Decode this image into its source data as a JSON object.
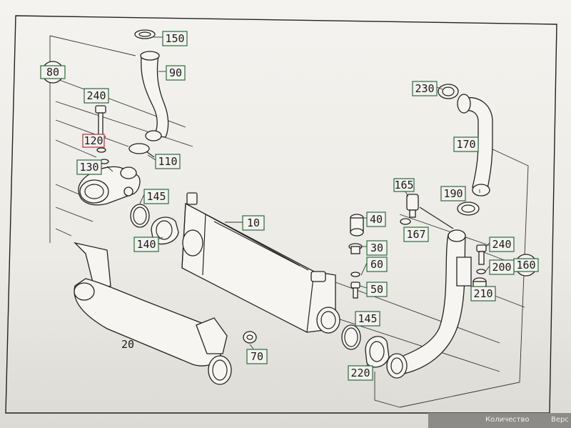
{
  "diagram": {
    "callouts": [
      {
        "id": "c150",
        "label": "150",
        "circle": false,
        "color": "#2b6b3a"
      },
      {
        "id": "c90",
        "label": "90",
        "circle": false,
        "color": "#2b6b3a"
      },
      {
        "id": "c80",
        "label": "80",
        "circle": true,
        "color": "#2b6b3a"
      },
      {
        "id": "c240a",
        "label": "240",
        "circle": false,
        "color": "#2b6b3a"
      },
      {
        "id": "c120",
        "label": "120",
        "circle": false,
        "color": "#b83030"
      },
      {
        "id": "c130",
        "label": "130",
        "circle": false,
        "color": "#2b6b3a"
      },
      {
        "id": "c110",
        "label": "110",
        "circle": false,
        "color": "#2b6b3a"
      },
      {
        "id": "c145a",
        "label": "145",
        "circle": false,
        "color": "#2b6b3a"
      },
      {
        "id": "c140",
        "label": "140",
        "circle": false,
        "color": "#2b6b3a"
      },
      {
        "id": "c10",
        "label": "10",
        "circle": false,
        "color": "#2b6b3a"
      },
      {
        "id": "c40",
        "label": "40",
        "circle": false,
        "color": "#2b6b3a"
      },
      {
        "id": "c30",
        "label": "30",
        "circle": false,
        "color": "#2b6b3a"
      },
      {
        "id": "c60",
        "label": "60",
        "circle": false,
        "color": "#2b6b3a"
      },
      {
        "id": "c50",
        "label": "50",
        "circle": false,
        "color": "#2b6b3a"
      },
      {
        "id": "c145b",
        "label": "145",
        "circle": false,
        "color": "#2b6b3a"
      },
      {
        "id": "c70",
        "label": "70",
        "circle": false,
        "color": "#2b6b3a"
      },
      {
        "id": "c220",
        "label": "220",
        "circle": false,
        "color": "#2b6b3a"
      },
      {
        "id": "c230",
        "label": "230",
        "circle": false,
        "color": "#2b6b3a"
      },
      {
        "id": "c170",
        "label": "170",
        "circle": false,
        "color": "#2b6b3a"
      },
      {
        "id": "c165",
        "label": "165",
        "circle": false,
        "color": "#2b6b3a"
      },
      {
        "id": "c190",
        "label": "190",
        "circle": false,
        "color": "#2b6b3a"
      },
      {
        "id": "c167",
        "label": "167",
        "circle": false,
        "color": "#2b6b3a"
      },
      {
        "id": "c240b",
        "label": "240",
        "circle": false,
        "color": "#2b6b3a"
      },
      {
        "id": "c200",
        "label": "200",
        "circle": false,
        "color": "#2b6b3a"
      },
      {
        "id": "c160",
        "label": "160",
        "circle": true,
        "color": "#2b6b3a"
      },
      {
        "id": "c210",
        "label": "210",
        "circle": false,
        "color": "#2b6b3a"
      }
    ],
    "plain_labels": [
      {
        "id": "l20",
        "label": "20"
      }
    ]
  },
  "bottom_bar": {
    "col_quantity": "Количество",
    "col_version": "Верс"
  }
}
